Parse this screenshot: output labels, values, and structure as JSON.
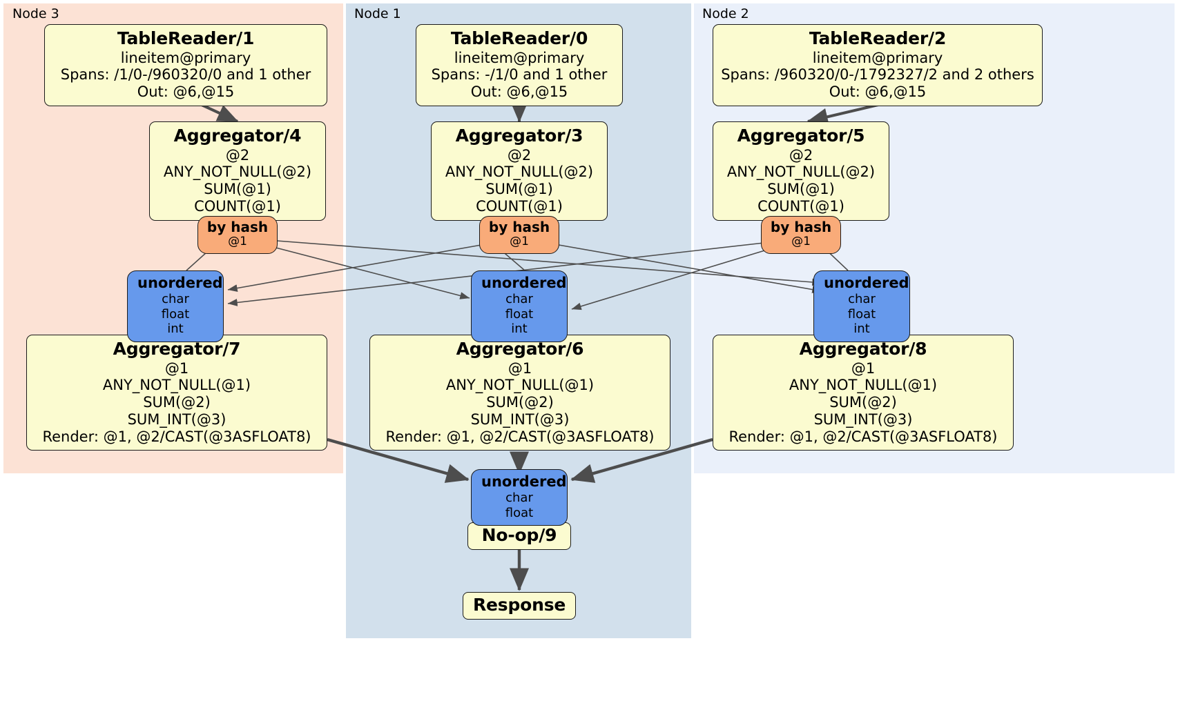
{
  "diagram": {
    "type": "distributed-query-plan",
    "colors": {
      "node3_panel": "#fce2d5",
      "node1_panel": "#d2e0ec",
      "node2_panel": "#eaf0fa",
      "processor_box": "#fbfbd0",
      "router_box": "#f9ab79",
      "synchronizer_box": "#6699ec",
      "edge": "#4d4d4d",
      "stroke": "#1a1a1a"
    },
    "clusters": [
      {
        "id": "node3",
        "label": "Node 3"
      },
      {
        "id": "node1",
        "label": "Node 1"
      },
      {
        "id": "node2",
        "label": "Node 2"
      }
    ],
    "processors": {
      "table_reader_1": {
        "title": "TableReader/1",
        "lines": [
          "lineitem@primary",
          "Spans: /1/0-/960320/0 and 1 other",
          "Out: @6,@15"
        ]
      },
      "table_reader_0": {
        "title": "TableReader/0",
        "lines": [
          "lineitem@primary",
          "Spans: -/1/0 and 1 other",
          "Out: @6,@15"
        ]
      },
      "table_reader_2": {
        "title": "TableReader/2",
        "lines": [
          "lineitem@primary",
          "Spans: /960320/0-/1792327/2 and 2 others",
          "Out: @6,@15"
        ]
      },
      "aggregator_4": {
        "title": "Aggregator/4",
        "lines": [
          "@2",
          "ANY_NOT_NULL(@2)",
          "SUM(@1)",
          "COUNT(@1)"
        ]
      },
      "aggregator_3": {
        "title": "Aggregator/3",
        "lines": [
          "@2",
          "ANY_NOT_NULL(@2)",
          "SUM(@1)",
          "COUNT(@1)"
        ]
      },
      "aggregator_5": {
        "title": "Aggregator/5",
        "lines": [
          "@2",
          "ANY_NOT_NULL(@2)",
          "SUM(@1)",
          "COUNT(@1)"
        ]
      },
      "aggregator_7": {
        "title": "Aggregator/7",
        "lines": [
          "@1",
          "ANY_NOT_NULL(@1)",
          "SUM(@2)",
          "SUM_INT(@3)",
          "Render: @1, @2/CAST(@3ASFLOAT8)"
        ]
      },
      "aggregator_6": {
        "title": "Aggregator/6",
        "lines": [
          "@1",
          "ANY_NOT_NULL(@1)",
          "SUM(@2)",
          "SUM_INT(@3)",
          "Render: @1, @2/CAST(@3ASFLOAT8)"
        ]
      },
      "aggregator_8": {
        "title": "Aggregator/8",
        "lines": [
          "@1",
          "ANY_NOT_NULL(@1)",
          "SUM(@2)",
          "SUM_INT(@3)",
          "Render: @1, @2/CAST(@3ASFLOAT8)"
        ]
      },
      "noop_9": {
        "title": "No-op/9",
        "lines": []
      },
      "response": {
        "title": "Response",
        "lines": []
      }
    },
    "routers": {
      "by_hash_left": {
        "title": "by hash",
        "lines": [
          "@1"
        ]
      },
      "by_hash_center": {
        "title": "by hash",
        "lines": [
          "@1"
        ]
      },
      "by_hash_right": {
        "title": "by hash",
        "lines": [
          "@1"
        ]
      }
    },
    "synchronizers": {
      "unordered_left": {
        "title": "unordered",
        "lines": [
          "char",
          "float",
          "int"
        ]
      },
      "unordered_center": {
        "title": "unordered",
        "lines": [
          "char",
          "float",
          "int"
        ]
      },
      "unordered_right": {
        "title": "unordered",
        "lines": [
          "char",
          "float",
          "int"
        ]
      },
      "unordered_final": {
        "title": "unordered",
        "lines": [
          "char",
          "float"
        ]
      }
    }
  }
}
